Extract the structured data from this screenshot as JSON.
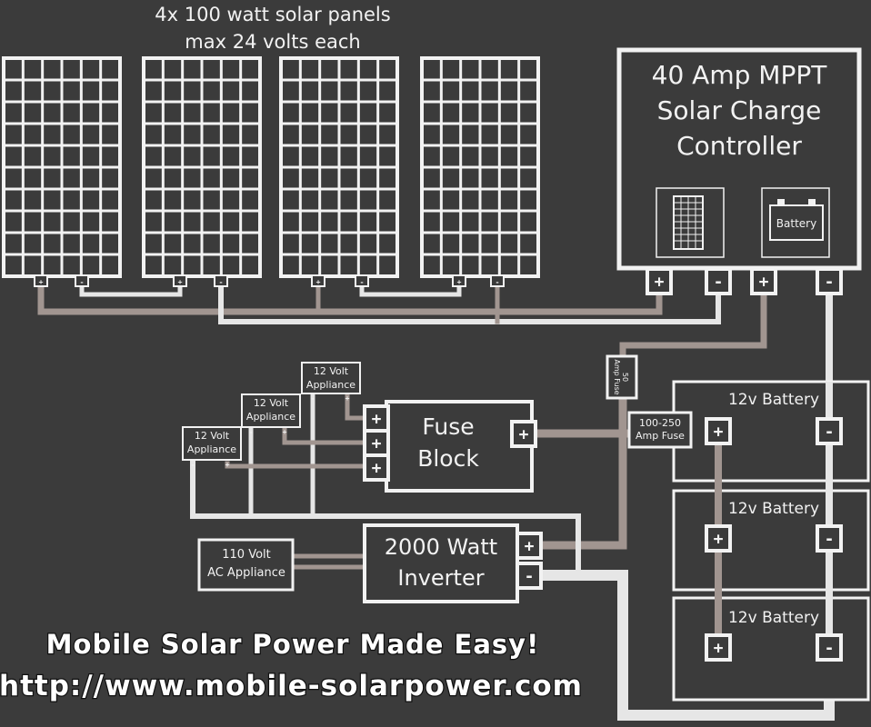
{
  "panels_heading": [
    "4x 100 watt solar panels",
    "max 24 volts each"
  ],
  "controller": {
    "title_lines": [
      "40 Amp MPPT",
      "Solar Charge",
      "Controller"
    ],
    "battery_icon_label": "Battery"
  },
  "terminals": {
    "plus": "+",
    "minus": "-"
  },
  "fuse_block": {
    "lines": [
      "Fuse",
      "Block"
    ]
  },
  "inverter": {
    "lines": [
      "2000 Watt",
      "Inverter"
    ]
  },
  "ac_appliance": {
    "lines": [
      "110 Volt",
      "AC Appliance"
    ]
  },
  "appliances": [
    {
      "lines": [
        "12 Volt",
        "Appliance"
      ]
    },
    {
      "lines": [
        "12 Volt",
        "Appliance"
      ]
    },
    {
      "lines": [
        "12 Volt",
        "Appliance"
      ]
    }
  ],
  "fuse_50": {
    "lines": [
      "50",
      "Amp Fuse"
    ]
  },
  "fuse_main": {
    "lines": [
      "100-250",
      "Amp Fuse"
    ]
  },
  "batteries": [
    {
      "label": "12v Battery"
    },
    {
      "label": "12v Battery"
    },
    {
      "label": "12v Battery"
    }
  ],
  "banner": {
    "headline": "Mobile Solar Power Made Easy!",
    "url": "http://www.mobile-solarpower.com"
  },
  "colors": {
    "background": "#3b3b3b",
    "outline": "#f2f2f2",
    "wire_positive": "#a19590",
    "wire_negative": "#e6e6e6"
  }
}
